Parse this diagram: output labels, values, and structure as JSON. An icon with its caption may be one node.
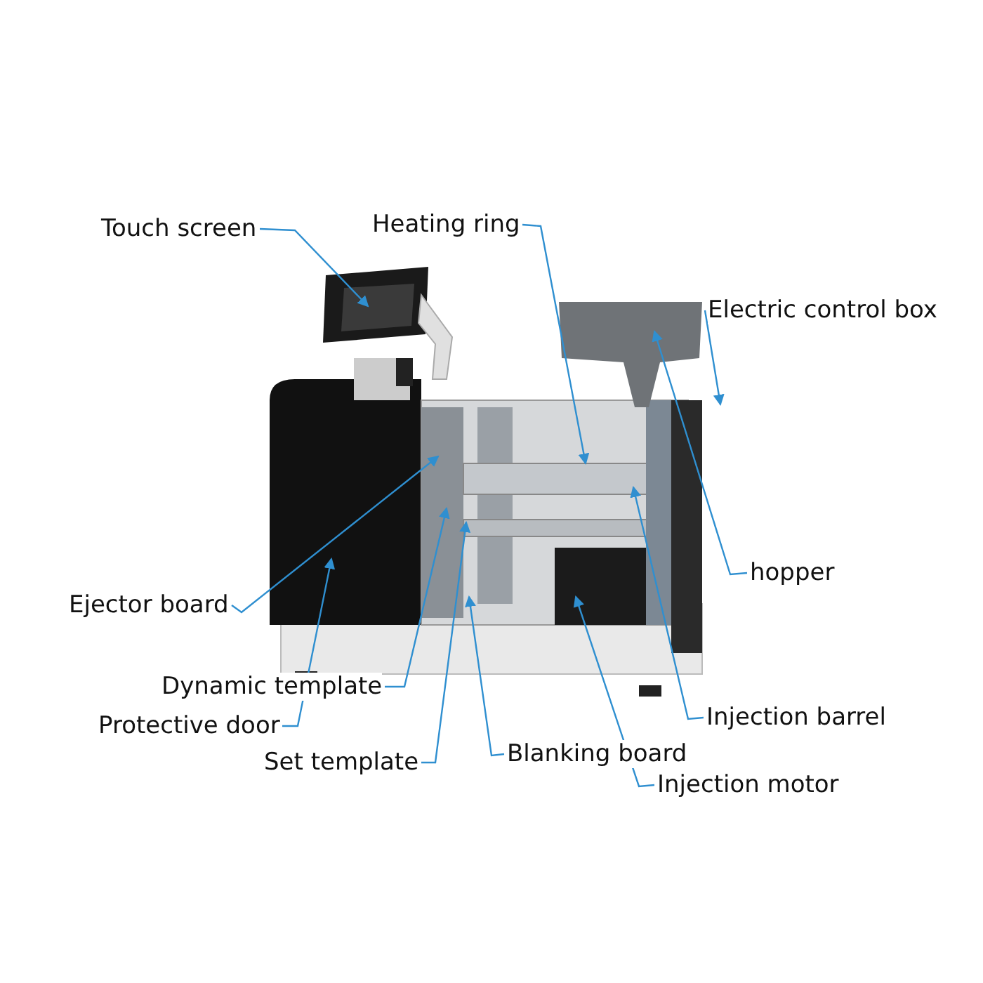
{
  "diagram": {
    "nodes": [
      {
        "text": [
          "Touch screen"
        ]
      },
      {
        "text": [
          "Heating ring"
        ]
      },
      {
        "text": [
          "Electric control box"
        ]
      },
      {
        "text": [
          "hopper"
        ]
      },
      {
        "text": [
          "Ejector board"
        ]
      },
      {
        "text": [
          "Dynamic template"
        ]
      },
      {
        "text": [
          "Injection barrel"
        ]
      },
      {
        "text": [
          "Protective door"
        ]
      },
      {
        "text": [
          "Set template"
        ]
      },
      {
        "text": [
          "Blanking board"
        ]
      },
      {
        "text": [
          "Injection motor"
        ]
      }
    ],
    "edges": [
      {
        "from": 0,
        "to": null,
        "arrow": "to"
      },
      {
        "from": 1,
        "to": null,
        "arrow": "to"
      },
      {
        "from": 2,
        "to": null,
        "arrow": "to"
      },
      {
        "from": 3,
        "to": null,
        "arrow": "to"
      },
      {
        "from": 4,
        "to": null,
        "arrow": "to"
      },
      {
        "from": 5,
        "to": null,
        "arrow": "to"
      },
      {
        "from": 6,
        "to": null,
        "arrow": "to"
      },
      {
        "from": 7,
        "to": null,
        "arrow": "to"
      },
      {
        "from": 8,
        "to": null,
        "arrow": "to"
      },
      {
        "from": 9,
        "to": null,
        "arrow": "to"
      },
      {
        "from": 10,
        "to": null,
        "arrow": "to"
      }
    ]
  }
}
